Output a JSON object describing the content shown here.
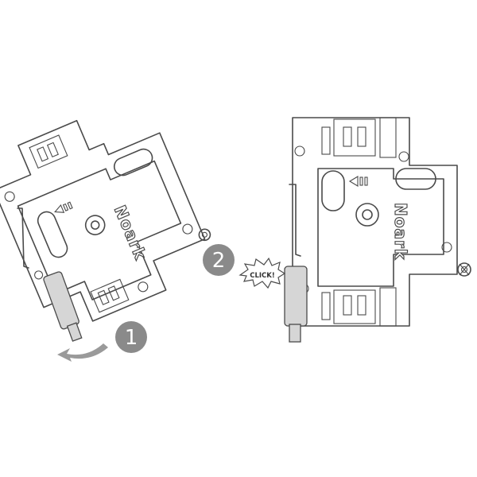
{
  "steps": [
    {
      "number": "1"
    },
    {
      "number": "2"
    }
  ],
  "device_brand": "Noark",
  "callout_text": "CLICK!"
}
